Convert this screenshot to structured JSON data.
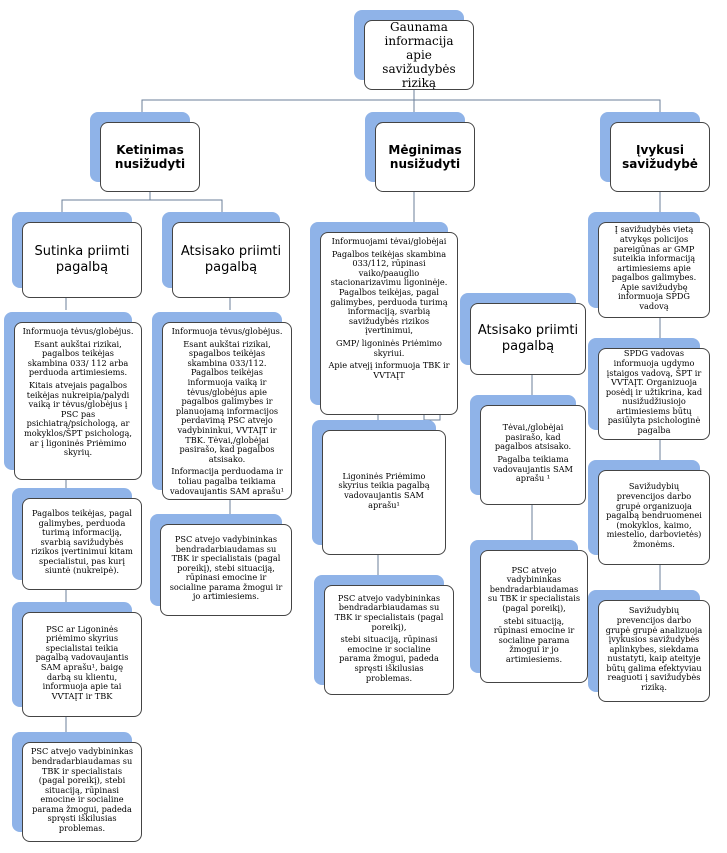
{
  "root": "Gaunama informacija apie savižudybės riziką",
  "branches": {
    "ketinimas": "Ketinimas nusižudyti",
    "meginimas": "Mėginimas nusižudyti",
    "ivykusi": "Įvykusi savižudybė"
  },
  "ketinimas": {
    "sutinka": "Sutinka priimti pagalbą",
    "atsisako": "Atsisako priimti pagalbą",
    "sutinka_steps": [
      [
        "Informuoja tėvus/globėjus.",
        "Esant aukštai rizikai, pagalbos teikėjas skambina 033/ 112 arba perduoda artimiesiems.",
        "Kitais atvejais pagalbos teikėjas nukreipia/palydi vaiką ir tėvus/globėjus į PSC pas psichiatrą/psichologą, ar mokyklos/ŠPT psichologą, ar į ligoninės Priėmimo skyrių."
      ],
      [
        "Pagalbos teikėjas, pagal galimybes, perduoda turimą informaciją, svarbią savižudybės rizikos įvertinimui kitam specialistui, pas kurį siuntė (nukreipė)."
      ],
      [
        "PSC ar Ligoninės priėmimo skyrius specialistai teikia pagalbą vadovaujantis SAM aprašu¹, baigę darbą su klientu, informuoja apie tai VVTAĮT ir TBK"
      ],
      [
        "PSC atvejo vadybininkas bendradarbiaudamas su TBK ir specialistais (pagal poreikį), stebi situaciją, rūpinasi emocine ir socialine parama žmogui, padeda spręsti iškilusias problemas."
      ]
    ],
    "atsisako_steps": [
      [
        "Informuoja tėvus/globėjus.",
        "Esant aukštai rizikai, spagalbos teikėjas skambina 033/112. Pagalbos teikėjas informuoja vaiką ir tėvus/globėjus apie pagalbos galimybes ir planuojamą informacijos perdavimą PSC atvejo vadybininkui, VVTAĮT ir TBK. Tėvai,/globėjai pasirašo, kad pagalbos atsisako.",
        "Informacija perduodama ir toliau pagalba teikiama vadovaujantis SAM aprašu¹"
      ],
      [
        "PSC atvejo vadybininkas bendradarbiaudamas su TBK ir specialistais (pagal poreikį), stebi situaciją, rūpinasi emocine ir socialine parama žmogui ir jo artimiesiems."
      ]
    ]
  },
  "meginimas": {
    "first": [
      "Informuojami tėvai/globėjai",
      "Pagalbos teikėjas skambina 033/112, rūpinasi vaiko/paauglio stacionarizavimu ligoninėje. Pagalbos teikėjas, pagal galimybes, perduoda turimą informaciją, svarbią savižudybės rizikos įvertinimui,",
      "GMP/ ligoninės Priėmimo skyriui.",
      "Apie atvejį informuoja TBK ir VVTAĮT"
    ],
    "ligonine": [
      "Ligoninės Priėmimo skyrius teikia pagalbą vadovaujantis SAM aprašu¹"
    ],
    "ligonine_next": [
      "PSC atvejo vadybininkas bendradarbiaudamas su TBK ir specialistais (pagal poreikį),",
      "stebi situaciją, rūpinasi emocine ir socialine parama žmogui, padeda spręsti iškilusias problemas."
    ],
    "atsisako": "Atsisako priimti pagalbą",
    "atsisako_steps": [
      [
        "Tėvai,/globėjai pasirašo, kad pagalbos atsisako.",
        "Pagalba teikiama vadovaujantis SAM aprašu ¹"
      ],
      [
        "PSC atvejo vadybininkas bendradarbiaudamas su TBK ir specialistais (pagal poreikį),",
        "stebi situaciją, rūpinasi emocine ir socialine parama žmogui ir jo artimiesiems."
      ]
    ]
  },
  "ivykusi": {
    "steps": [
      [
        "Į savižudybės vietą atvykęs policijos pareigūnas ar GMP suteikia informaciją artimiesiems apie pagalbos galimybes. Apie savižudybę informuoja SPDG vadovą"
      ],
      [
        "SPDG vadovas informuoja ugdymo įstaigos vadovą, ŠPT ir VVTAĮT. Organizuoja posėdį ir užtikrina, kad nusižudžiusiojo artimiesiems būtų pasiūlyta psichologinė pagalba"
      ],
      [
        "Savižudybių prevencijos darbo grupė organizuoja pagalbą bendruomenei (mokyklos, kaimo, miestelio, darbovietės) žmonėms."
      ],
      [
        "Savižudybių prevencijos darbo grupė grupė analizuoja įvykusios savižudybės aplinkybes, siekdama nustatyti, kaip ateityje būtų galima efektyviau reaguoti į savižudybės riziką."
      ]
    ]
  }
}
